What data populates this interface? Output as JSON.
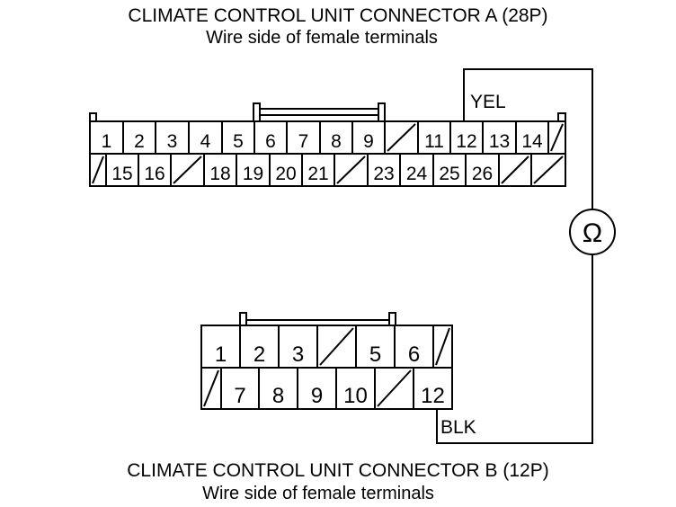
{
  "connector_a": {
    "title": "CLIMATE CONTROL UNIT CONNECTOR A (28P)",
    "subtitle": "Wire side of female terminals",
    "row1": [
      "1",
      "2",
      "3",
      "4",
      "5",
      "6",
      "7",
      "8",
      "9",
      "",
      "11",
      "12",
      "13",
      "14",
      ""
    ],
    "row2": [
      "",
      "15",
      "16",
      "",
      "18",
      "19",
      "20",
      "21",
      "",
      "23",
      "24",
      "25",
      "26",
      "",
      ""
    ],
    "wire_label": "YEL"
  },
  "connector_b": {
    "title": "CLIMATE CONTROL UNIT CONNECTOR B (12P)",
    "subtitle": "Wire side of female terminals",
    "row1": [
      "1",
      "2",
      "3",
      "",
      "5",
      "6",
      ""
    ],
    "row2": [
      "",
      "7",
      "8",
      "9",
      "10",
      "",
      "12"
    ],
    "wire_label": "BLK"
  },
  "meter": {
    "symbol": "Ω"
  }
}
